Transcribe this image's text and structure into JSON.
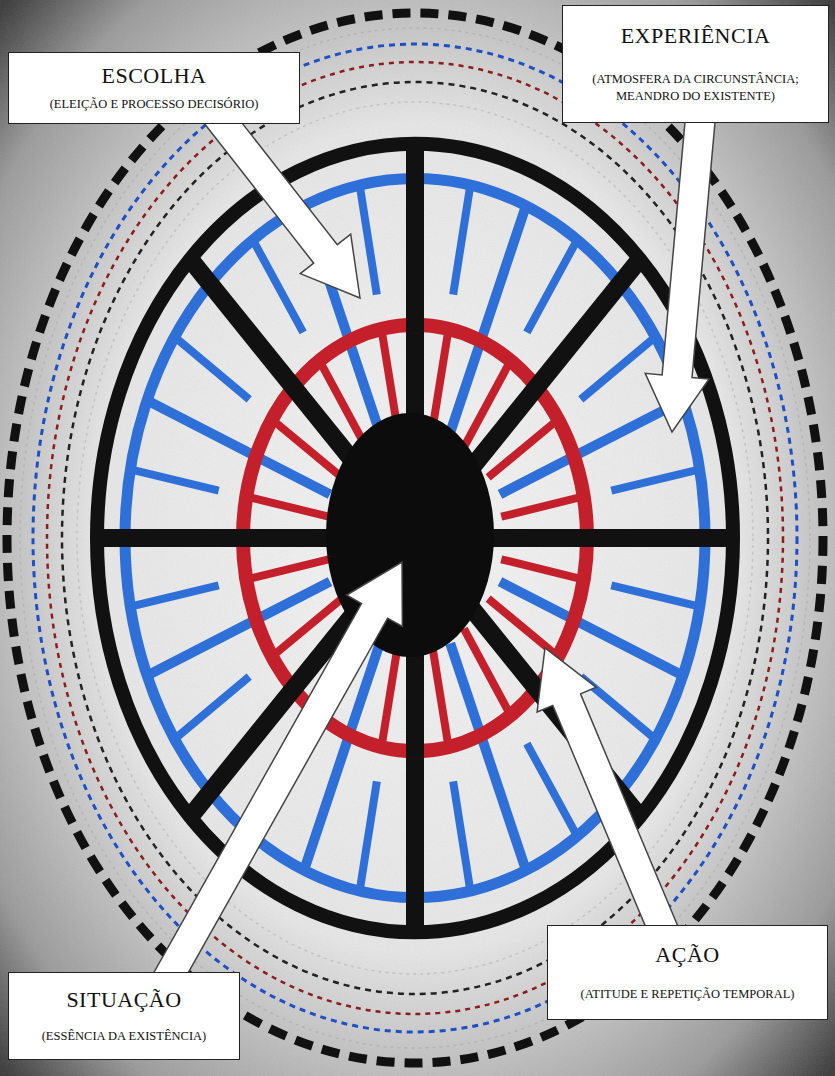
{
  "diagram": {
    "nodes": [
      {
        "text": [
          "ESCOLHA",
          "(ELEIÇÃO E PROCESSO DECISÓRIO)"
        ]
      },
      {
        "text": [
          "EXPERIÊNCIA",
          "(ATMOSFERA DA CIRCUNSTÂNCIA; MEANDRO DO EXISTENTE)"
        ]
      },
      {
        "text": [
          "SITUAÇÃO",
          "(ESSÊNCIA DA EXISTÊNCIA)"
        ]
      },
      {
        "text": [
          "AÇÃO",
          "(ATITUDE E REPETIÇÃO TEMPORAL)"
        ]
      }
    ]
  }
}
